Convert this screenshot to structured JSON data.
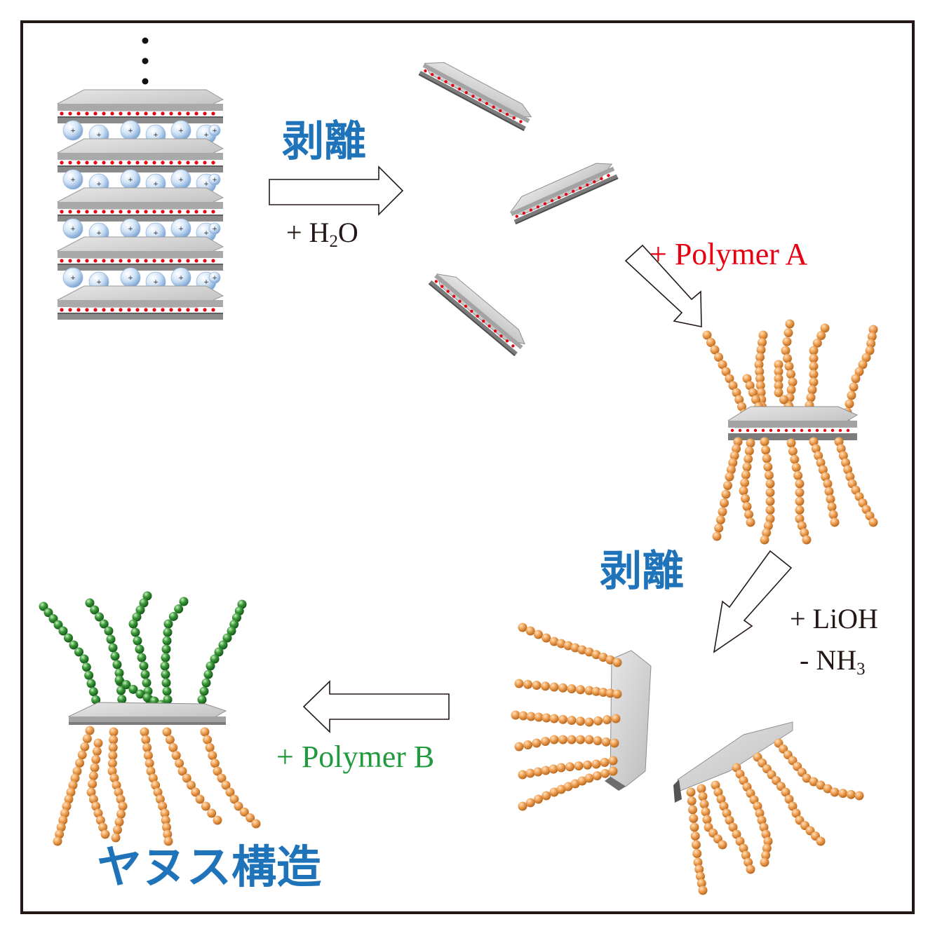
{
  "labels": {
    "exfoliation_top": "剥離",
    "add_water_prefix": "+ H",
    "add_water_sub": "2",
    "add_water_suffix": "O",
    "add_polymer_a": "+ Polymer A",
    "exfoliation_mid": "剥離",
    "add_lioh": "+ LiOH",
    "remove_nh3_prefix": "- NH",
    "remove_nh3_sub": "3",
    "add_polymer_b": "+ Polymer B",
    "janus_structure": "ヤヌス構造"
  },
  "colors": {
    "frame": "#231815",
    "japanese_label": "#1f74b9",
    "polymer_a_label": "#e60012",
    "polymer_b_label": "#219a3d",
    "text": "#231815",
    "sheet_top": "#cfcfcf",
    "sheet_side": "#8a8a8a",
    "charge_dots": "#e60012",
    "cation_spheres": "#a9c8ea",
    "polymer_a_beads": "#f2a65a",
    "polymer_b_beads": "#3e9c3a"
  },
  "icons": [
    "right-arrow-icon",
    "diagonal-arrow-icon",
    "left-arrow-icon"
  ]
}
